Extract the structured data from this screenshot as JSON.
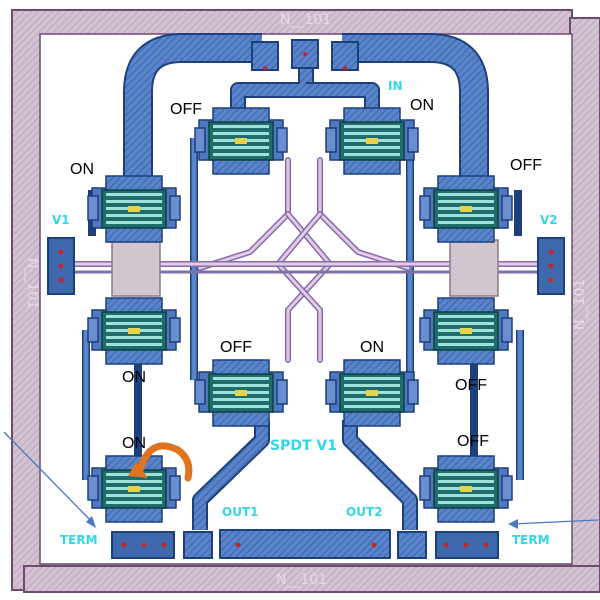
{
  "layout_labels": {
    "top_edge": "N__101",
    "bottom_edge": "N__101",
    "left_edge": "N__101",
    "right_edge": "N__101",
    "in": "IN",
    "v1": "V1",
    "v2": "V2",
    "out1": "OUT1",
    "out2": "OUT2",
    "term_left": "TERM",
    "term_right": "TERM",
    "title": "SPDT V1"
  },
  "states": {
    "top_left": "OFF",
    "top_right": "ON",
    "upper_left": "ON",
    "upper_right": "OFF",
    "mid_left": "ON",
    "mid_right": "OFF",
    "center_left": "OFF",
    "center_right": "ON",
    "bottom_left": "ON",
    "bottom_right": "OFF"
  },
  "colors": {
    "frame": "#d9c7d6",
    "frame_edge": "#6f4b72",
    "metal": "#4f78c0",
    "metal_edge": "#1d3f7a",
    "fet": "#1f6c6c",
    "via_red": "#c32727",
    "label_cyan": "#33d6e6",
    "arrow_orange": "#e0731e"
  }
}
